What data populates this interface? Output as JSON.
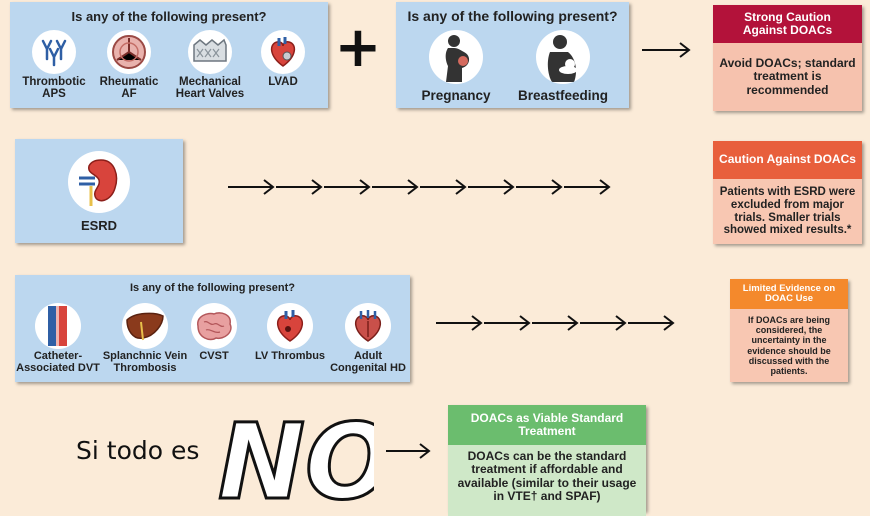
{
  "row1": {
    "panel_a": {
      "title": "Is any of the following present?",
      "items": [
        {
          "label": "Thrombotic\nAPS",
          "icon": "antibody-icon"
        },
        {
          "label": "Rheumatic\nAF",
          "icon": "heart-valve-icon"
        },
        {
          "label": "Mechanical\nHeart Valves",
          "icon": "mechanical-valve-icon"
        },
        {
          "label": "LVAD",
          "icon": "lvad-heart-icon"
        }
      ]
    },
    "plus": "+",
    "panel_b": {
      "title": "Is any of the following present?",
      "items": [
        {
          "label": "Pregnancy",
          "icon": "pregnancy-icon"
        },
        {
          "label": "Breastfeeding",
          "icon": "breastfeeding-icon"
        }
      ]
    },
    "result": {
      "header": "Strong Caution\nAgainst DOACs",
      "body": "Avoid DOACs; standard\ntreatment is\nrecommended"
    }
  },
  "row2": {
    "panel": {
      "label": "ESRD",
      "icon": "kidney-icon"
    },
    "result": {
      "header": "Caution Against DOACs",
      "body": "Patients with ESRD were\nexcluded from major\ntrials. Smaller trials\nshowed mixed results.*"
    }
  },
  "row3": {
    "panel": {
      "title": "Is any of the following present?",
      "items": [
        {
          "label": "Catheter-\nAssociated DVT",
          "icon": "vein-catheter-icon"
        },
        {
          "label": "Splanchnic Vein\nThrombosis",
          "icon": "liver-icon"
        },
        {
          "label": "CVST",
          "icon": "brain-icon"
        },
        {
          "label": "LV Thrombus",
          "icon": "heart-icon"
        },
        {
          "label": "Adult\nCongenital HD",
          "icon": "congenital-heart-icon"
        }
      ]
    },
    "result": {
      "header": "Limited Evidence on\nDOAC Use",
      "body": "If DOACs are being\nconsidered, the\nuncertainty in the\nevidence should be\ndiscussed with the\npatients."
    }
  },
  "row4": {
    "handwritten": "Si todo es",
    "big_no": "NO",
    "result": {
      "header": "DOACs as Viable Standard\nTreatment",
      "body": "DOACs can be the standard\ntreatment if affordable and\navailable (similar to their usage\nin VTE† and SPAF)"
    }
  },
  "colors": {
    "background": "#fbebd8",
    "panel": "#bcd7ef",
    "strong_caution_header": "#b3123a",
    "strong_caution_body": "#f6c2ae",
    "caution_header": "#e85f3c",
    "caution_body": "#f8c7b2",
    "limited_header": "#f4892c",
    "limited_body": "#f8c7b2",
    "viable_header": "#6bbd6e",
    "viable_body": "#cfe8c8"
  }
}
